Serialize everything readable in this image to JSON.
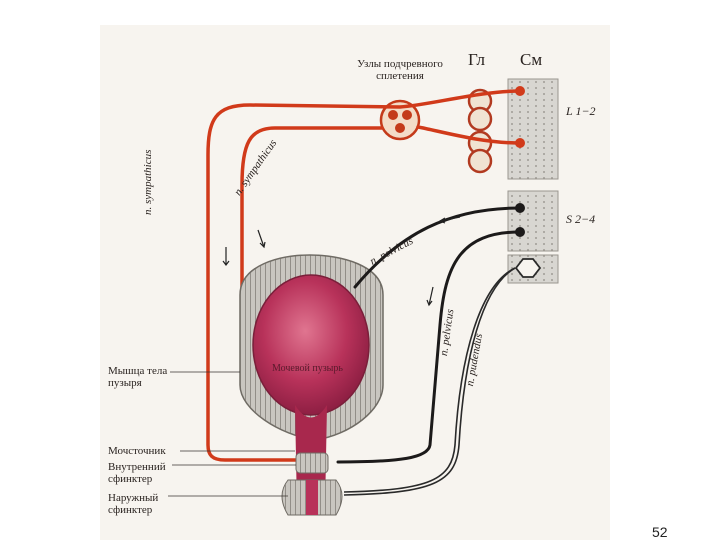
{
  "diagram": {
    "ganglia_label": "Узлы подчревного сплетения",
    "col_header_gl": "Гл",
    "col_header_sm": "См",
    "segment_lumbar": "L 1−2",
    "segment_sacral": "S 2−4",
    "nerves": {
      "sympathicus_vertical": "n. sympathicus",
      "sympathicus_curved": "n. sympathicus",
      "pelvicus_upper": "n. pelvicus",
      "pelvicus_lower": "n. pelvicus",
      "pudendus": "n. pudendus"
    },
    "bladder_label": "Мочевой пузырь",
    "left_labels": {
      "muscle": "Мышца тела пузыря",
      "ureter": "Мочсточник",
      "internal_sphincter": "Внутренний сфинктер",
      "external_sphincter": "Наружный сфинктер"
    },
    "colors": {
      "sympathetic": "#d13a1a",
      "parasympathetic": "#1c1a1a",
      "bladder": "#b8325a"
    }
  },
  "page_number": "52"
}
